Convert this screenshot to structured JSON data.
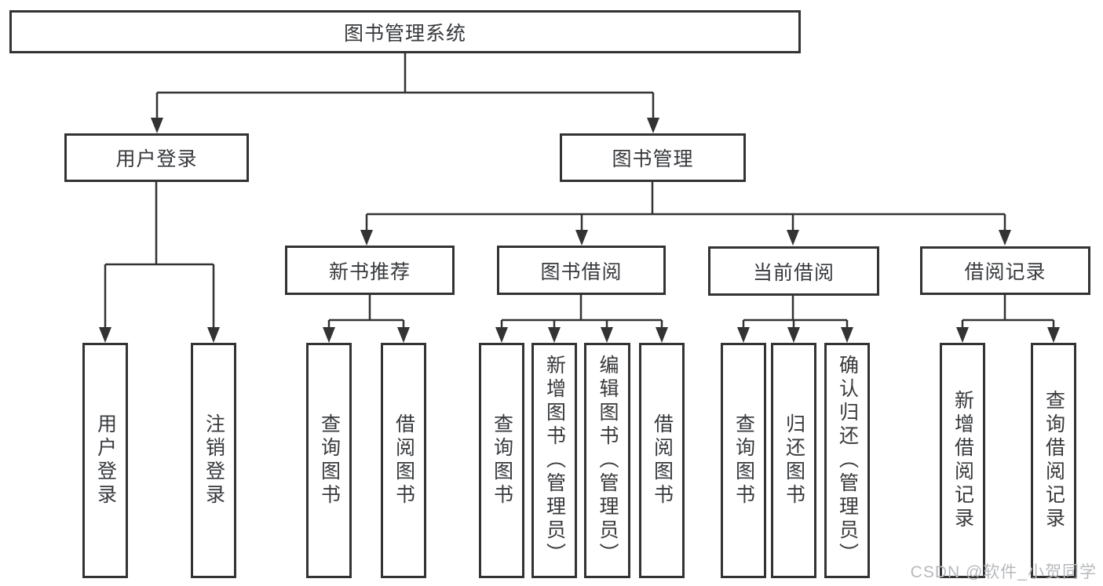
{
  "colors": {
    "line": "#333333",
    "box_border": "#333333",
    "box_background": "#ffffff",
    "text": "#37393c",
    "watermark": "#b6b9bd",
    "page_background": "#ffffff"
  },
  "watermark": "CSDN @软件_小贺同学",
  "tree": {
    "label": "图书管理系统",
    "children": [
      {
        "label": "用户登录",
        "children": [
          {
            "label": "用户登录"
          },
          {
            "label": "注销登录"
          }
        ]
      },
      {
        "label": "图书管理",
        "children": [
          {
            "label": "新书推荐",
            "children": [
              {
                "label": "查询图书"
              },
              {
                "label": "借阅图书"
              }
            ]
          },
          {
            "label": "图书借阅",
            "children": [
              {
                "label": "查询图书"
              },
              {
                "label": "新增图书（管理员）"
              },
              {
                "label": "编辑图书（管理员）"
              },
              {
                "label": "借阅图书"
              }
            ]
          },
          {
            "label": "当前借阅",
            "children": [
              {
                "label": "查询图书"
              },
              {
                "label": "归还图书"
              },
              {
                "label": "确认归还（管理员）"
              }
            ]
          },
          {
            "label": "借阅记录",
            "children": [
              {
                "label": "新增借阅记录"
              },
              {
                "label": "查询借阅记录"
              }
            ]
          }
        ]
      }
    ]
  }
}
